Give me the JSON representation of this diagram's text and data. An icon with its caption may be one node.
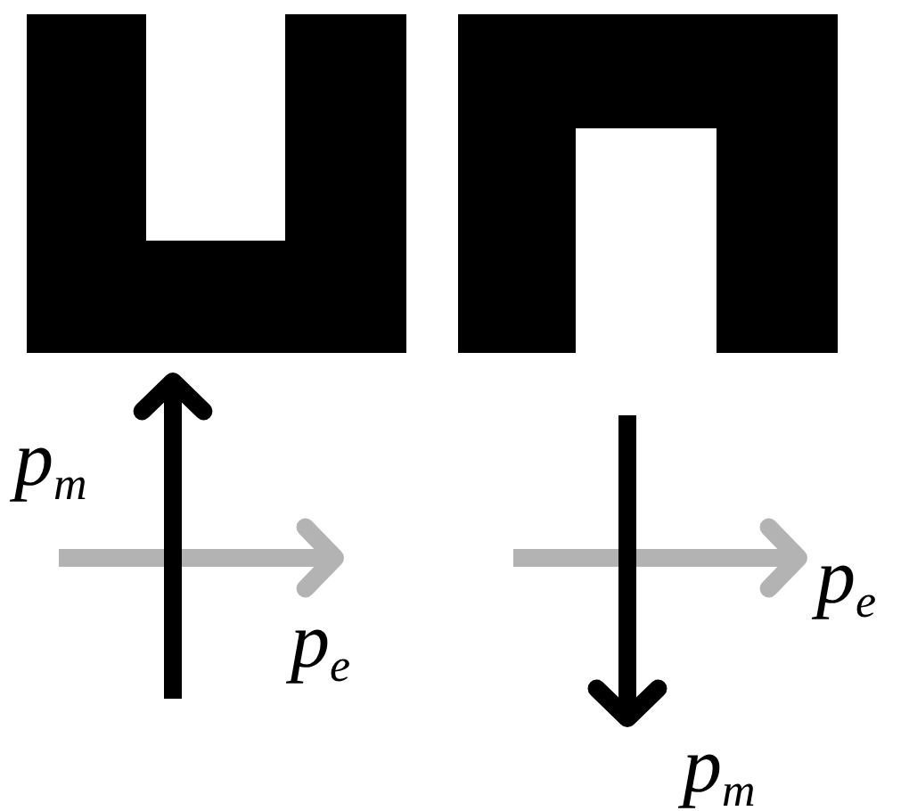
{
  "diagram": {
    "labels": [
      "p$_{m}$",
      "p$_{e}$",
      "p$_{e}$",
      "p$_{m}$"
    ]
  }
}
